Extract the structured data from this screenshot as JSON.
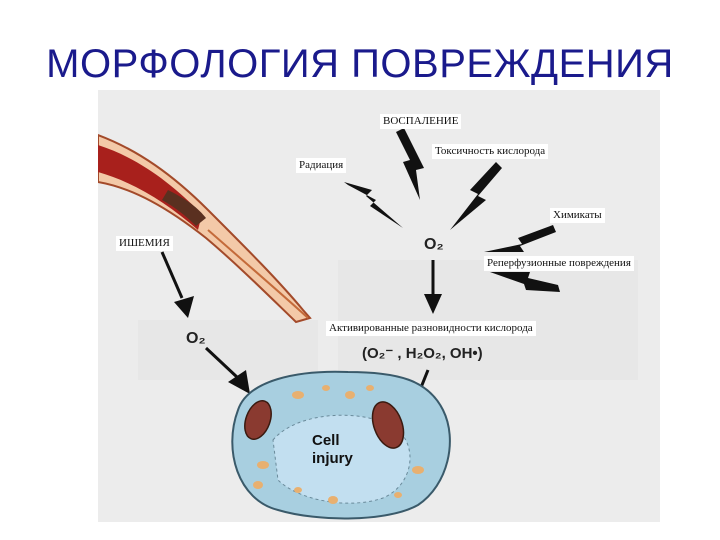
{
  "slide": {
    "title": "МОРФОЛОГИЯ ПОВРЕЖДЕНИЯ"
  },
  "diagram": {
    "labels": {
      "inflammation": "ВОСПАЛЕНИЕ",
      "oxygen_toxicity": "Токсичность кислорода",
      "radiation": "Радиация",
      "chemicals": "Химикаты",
      "ischemia": "ИШЕМИЯ",
      "reperfusion": "Реперфузионные повреждения",
      "ros_heading": "Активированные разновидности кислорода"
    },
    "center_symbol": "O₂",
    "ischemia_symbol": "O₂",
    "ros_formula": "(O₂⁻ , H₂O₂, OH•)",
    "cell_label_line1": "Cell",
    "cell_label_line2": "injury"
  }
}
